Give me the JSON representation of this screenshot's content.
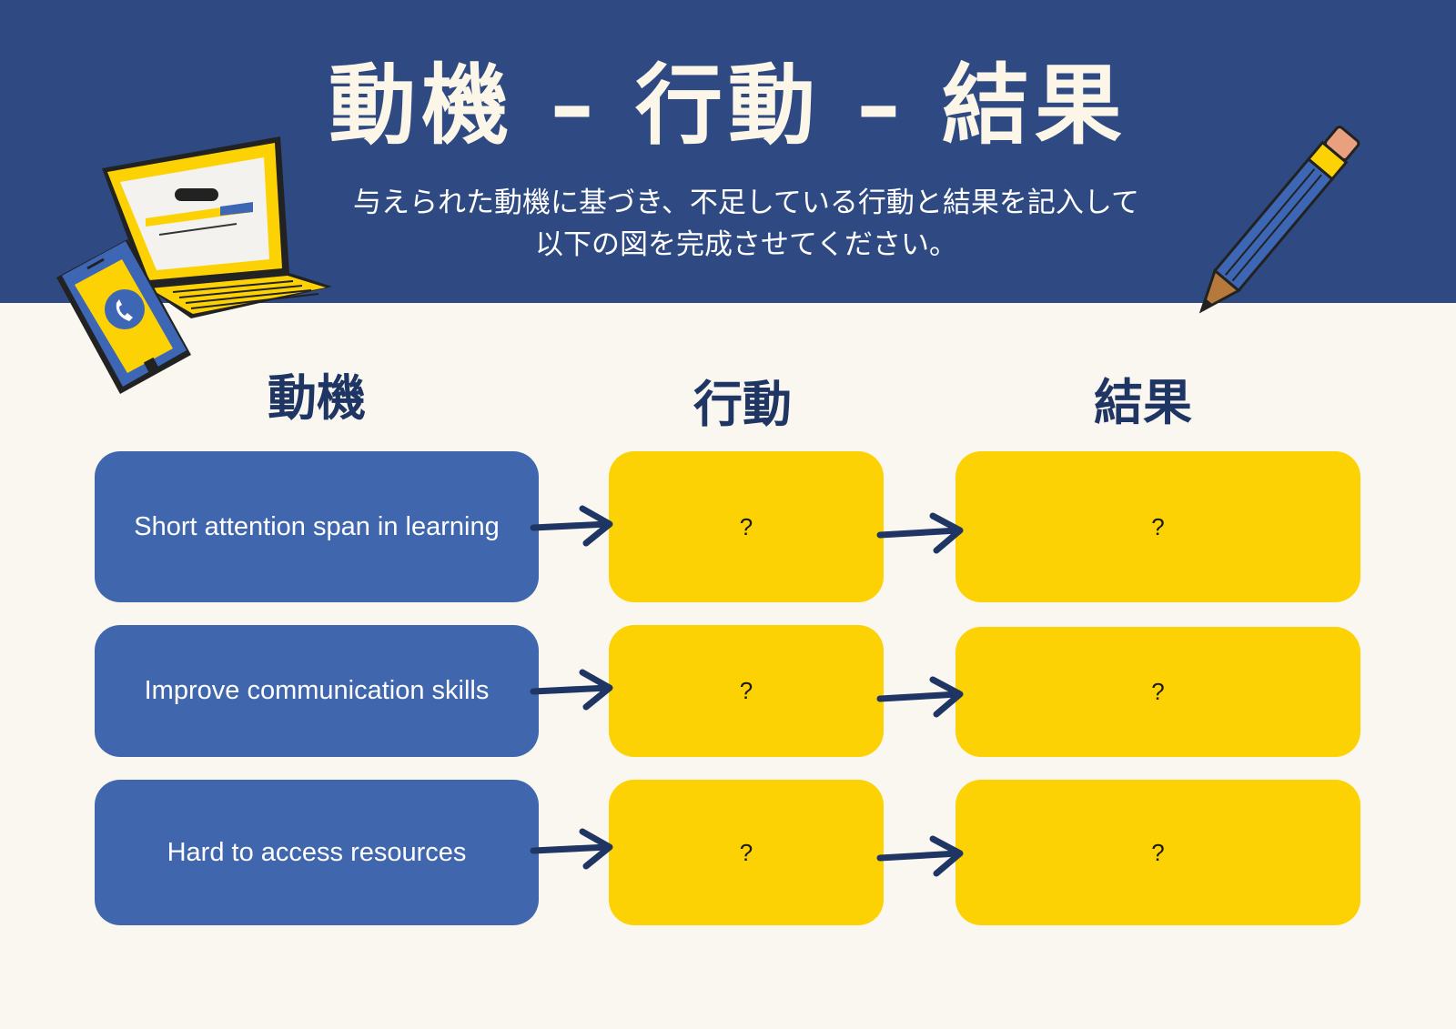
{
  "header": {
    "title": "動機 – 行動 – 結果",
    "subtitle_line1": "与えられた動機に基づき、不足している行動と結果を記入して",
    "subtitle_line2": "以下の図を完成させてください。"
  },
  "columns": {
    "motive": "動機",
    "action": "行動",
    "result": "結果"
  },
  "rows": [
    {
      "motive": "Short attention span in learning",
      "action": "?",
      "result": "?"
    },
    {
      "motive": "Improve communication skills",
      "action": "?",
      "result": "?"
    },
    {
      "motive": "Hard to access resources",
      "action": "?",
      "result": "?"
    }
  ],
  "colors": {
    "header_bg": "#2f4a82",
    "page_bg": "#faf7f1",
    "motive_box": "#4067ae",
    "action_result_box": "#fdd204",
    "arrow": "#1f3563"
  },
  "icons": [
    "laptop-icon",
    "smartphone-icon",
    "phone-call-icon",
    "pencil-icon",
    "arrow-right-icon"
  ]
}
